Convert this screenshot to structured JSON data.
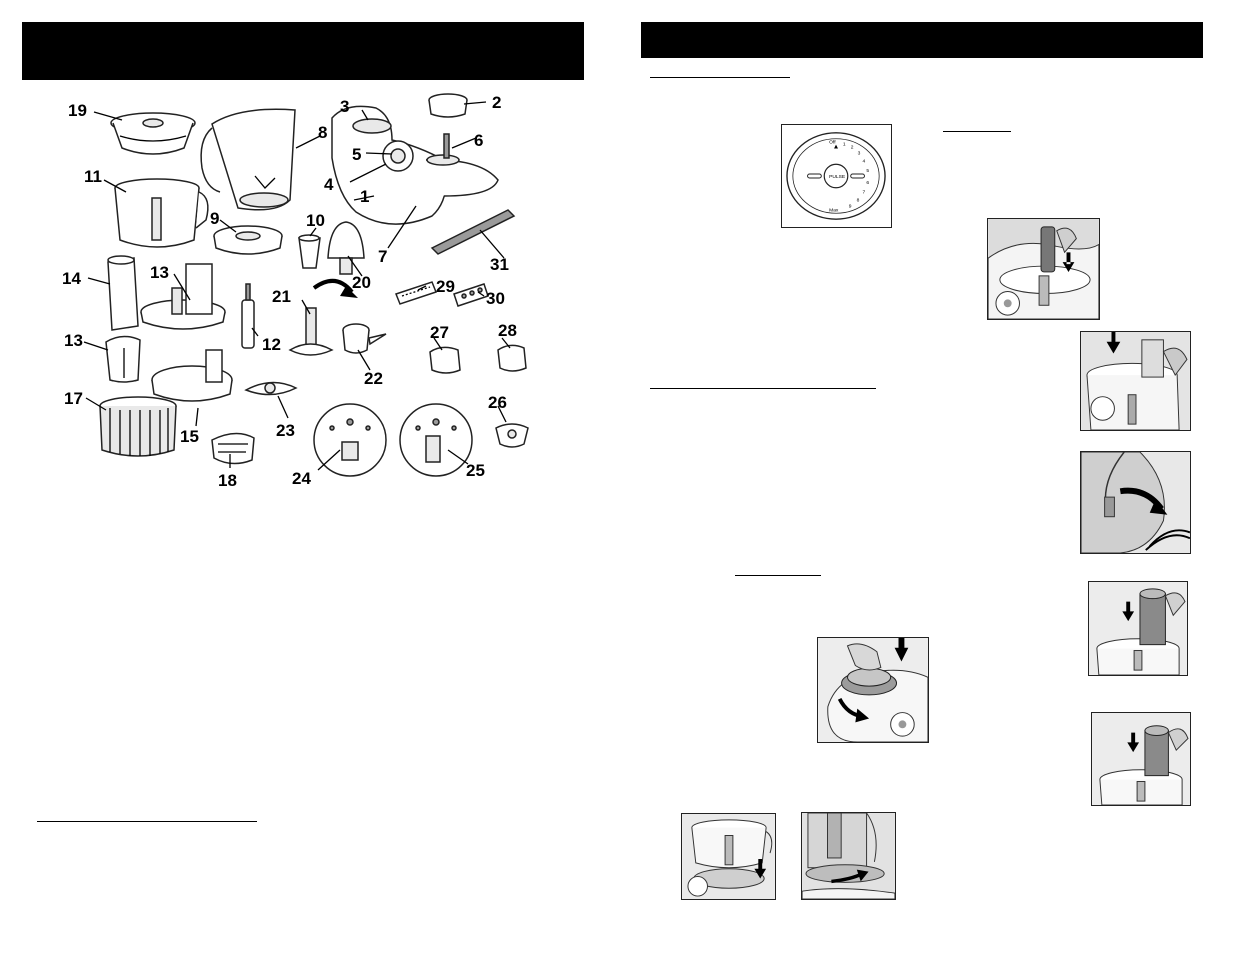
{
  "left_page": {
    "header_text": "",
    "parts": [
      {
        "number": "19",
        "name": ""
      },
      {
        "number": "8",
        "name": ""
      },
      {
        "number": "3",
        "name": ""
      },
      {
        "number": "2",
        "name": ""
      },
      {
        "number": "5",
        "name": ""
      },
      {
        "number": "6",
        "name": ""
      },
      {
        "number": "4",
        "name": ""
      },
      {
        "number": "1",
        "name": ""
      },
      {
        "number": "11",
        "name": ""
      },
      {
        "number": "7",
        "name": ""
      },
      {
        "number": "9",
        "name": ""
      },
      {
        "number": "10",
        "name": ""
      },
      {
        "number": "20",
        "name": ""
      },
      {
        "number": "31",
        "name": ""
      },
      {
        "number": "14",
        "name": ""
      },
      {
        "number": "13",
        "name": ""
      },
      {
        "number": "29",
        "name": ""
      },
      {
        "number": "30",
        "name": ""
      },
      {
        "number": "21",
        "name": ""
      },
      {
        "number": "12",
        "name": ""
      },
      {
        "number": "27",
        "name": ""
      },
      {
        "number": "28",
        "name": ""
      },
      {
        "number": "13",
        "name": ""
      },
      {
        "number": "22",
        "name": ""
      },
      {
        "number": "17",
        "name": ""
      },
      {
        "number": "15",
        "name": ""
      },
      {
        "number": "23",
        "name": ""
      },
      {
        "number": "26",
        "name": ""
      },
      {
        "number": "18",
        "name": ""
      },
      {
        "number": "24",
        "name": ""
      },
      {
        "number": "25",
        "name": ""
      }
    ]
  },
  "right_page": {
    "header_text": "",
    "control_dial": {
      "off_label": "Off",
      "pulse_label": "PULSE",
      "max_label": "Max",
      "speed_marks": [
        "1",
        "2",
        "3",
        "4",
        "5",
        "6",
        "7",
        "8",
        "9"
      ]
    }
  },
  "colors": {
    "header_bar": "#000000",
    "background": "#ffffff",
    "line_art": "#222222"
  }
}
